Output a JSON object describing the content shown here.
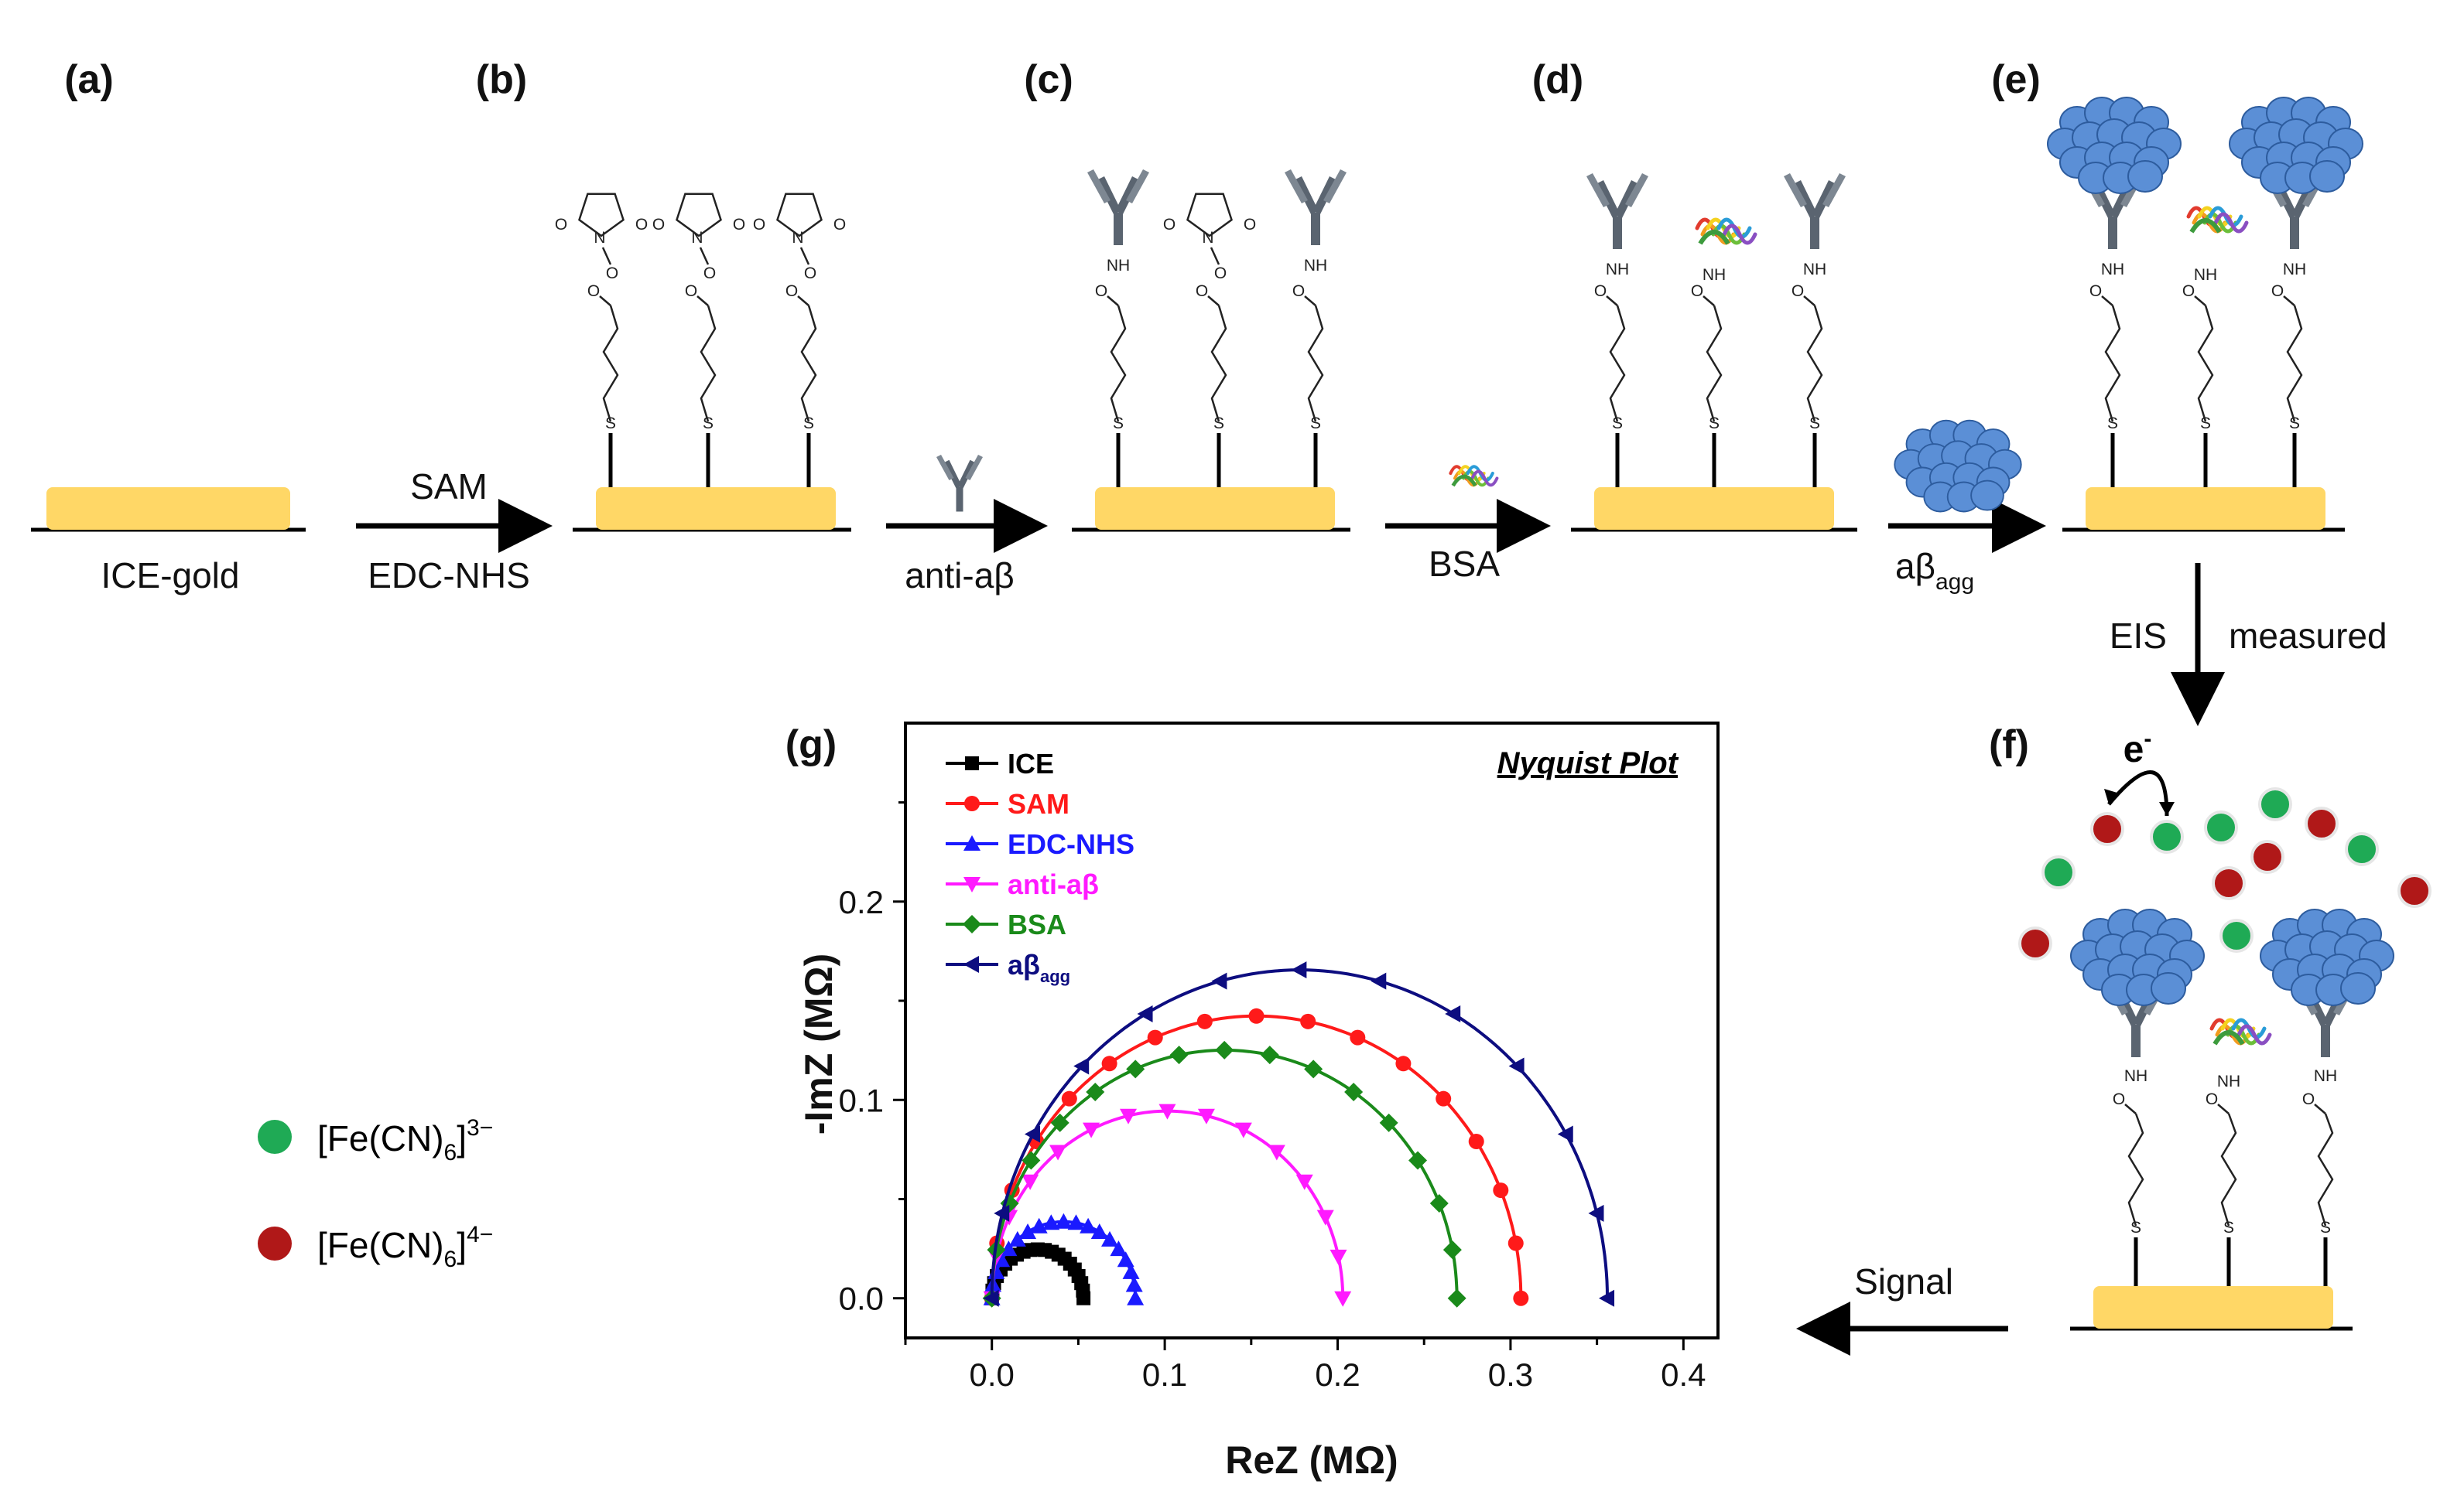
{
  "panels": {
    "a": "(a)",
    "b": "(b)",
    "c": "(c)",
    "d": "(d)",
    "e": "(e)",
    "f": "(f)",
    "g": "(g)"
  },
  "labels": {
    "ice_gold": "ICE-gold",
    "sam": "SAM",
    "edc_nhs": "EDC-NHS",
    "anti_ab": "anti-aβ",
    "bsa": "BSA",
    "ab_agg_main": "aβ",
    "ab_agg_sub": "agg",
    "eis_left": "EIS",
    "eis_right": "measured",
    "electron": "e",
    "electron_sup": "-",
    "signal": "Signal"
  },
  "chem_text": {
    "nh": "NH",
    "o": "O",
    "n": "N",
    "s": "S"
  },
  "species": [
    {
      "main": "[Fe(CN)",
      "sub": "6",
      "close": "]",
      "sup": "3−",
      "color": "#1faa55"
    },
    {
      "main": "[Fe(CN)",
      "sub": "6",
      "close": "]",
      "sup": "4−",
      "color": "#b01818"
    }
  ],
  "colors": {
    "gold": "#ffd766",
    "antibody": "#5a6470",
    "aggregate": "#5b8fd6",
    "aggregate_edge": "#2d5c9e"
  },
  "chart_data": {
    "type": "scatter",
    "title": "Nyquist Plot",
    "xlabel": "ReZ (MΩ)",
    "ylabel": "-ImZ (MΩ)",
    "xlim": [
      -0.05,
      0.42
    ],
    "ylim": [
      -0.02,
      0.29
    ],
    "xticks": [
      "0.0",
      "0.1",
      "0.2",
      "0.3",
      "0.4"
    ],
    "xtick_values": [
      0.0,
      0.1,
      0.2,
      0.3,
      0.4
    ],
    "yticks": [
      "0.0",
      "0.1",
      "0.2"
    ],
    "ytick_values": [
      0.0,
      0.1,
      0.2
    ],
    "grid": false,
    "legend_position": "top-left",
    "series": [
      {
        "name": "ICE",
        "name_sub": "",
        "color": "#000000",
        "marker": "square",
        "r": 0.0265,
        "n": 20
      },
      {
        "name": "SAM",
        "name_sub": "",
        "color": "#ff1a1a",
        "marker": "circle",
        "r": 0.153,
        "n": 16
      },
      {
        "name": "EDC-NHS",
        "name_sub": "",
        "color": "#1a1aff",
        "marker": "triangle-up",
        "r": 0.0415,
        "n": 18
      },
      {
        "name": "anti-aβ",
        "name_sub": "",
        "color": "#ff1aff",
        "marker": "triangle-down",
        "r": 0.1015,
        "n": 14
      },
      {
        "name": "BSA",
        "name_sub": "",
        "color": "#1a8a1a",
        "marker": "diamond",
        "r": 0.1345,
        "n": 16
      },
      {
        "name": "aβ",
        "name_sub": "agg",
        "color": "#0d0d80",
        "marker": "triangle-left",
        "r": 0.178,
        "n": 12
      }
    ]
  }
}
